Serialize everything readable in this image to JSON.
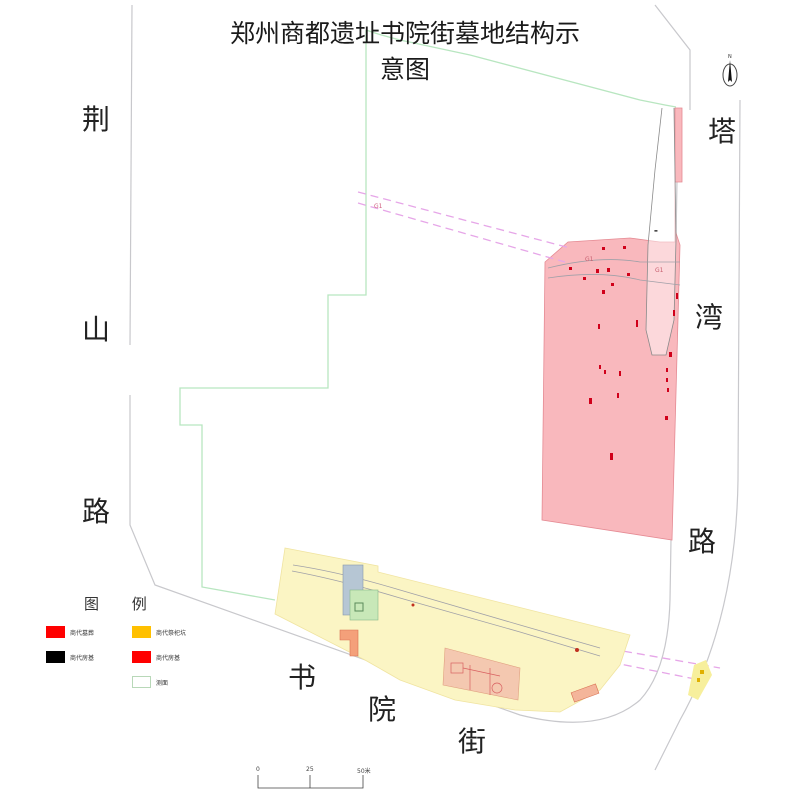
{
  "title": "郑州商都遗址书院街墓地结构示意图",
  "streets": {
    "west": {
      "name": "荆山路",
      "chars": [
        "荆",
        "山",
        "路"
      ]
    },
    "east": {
      "name": "塔湾路",
      "chars": [
        "塔",
        "湾",
        "路"
      ]
    },
    "south": {
      "name": "书院街",
      "chars": [
        "书",
        "院",
        "街"
      ]
    }
  },
  "legend": {
    "title": "图 例",
    "items": [
      {
        "label": "商代墓葬",
        "color": "#ff0000"
      },
      {
        "label": "商代祭祀坑",
        "color": "#ffc000"
      },
      {
        "label": "商代房基",
        "color": "#000000"
      },
      {
        "label": "商代房基",
        "color": "#ff0000"
      },
      {
        "label": "测面",
        "color": "#ffffff"
      }
    ]
  },
  "scale_bar": {
    "labels": [
      "0",
      "25",
      "50米"
    ]
  },
  "north_arrow": {
    "label": "N",
    "icon": "north-arrow-icon"
  },
  "map_labels": {
    "trench_label_1": "G1",
    "trench_label_2": "G1",
    "trench_label_3": "G1"
  },
  "colors": {
    "excavation_area_north": "#f9b8bd",
    "excavation_area_south": "#fbf5c4",
    "site_boundary": "#b8e6c0",
    "road_lines": "#c8c8cc",
    "ditch_dashes": "#e6a6e8",
    "tomb_marks": "#d0001a",
    "house_area": "#f4b59a"
  }
}
